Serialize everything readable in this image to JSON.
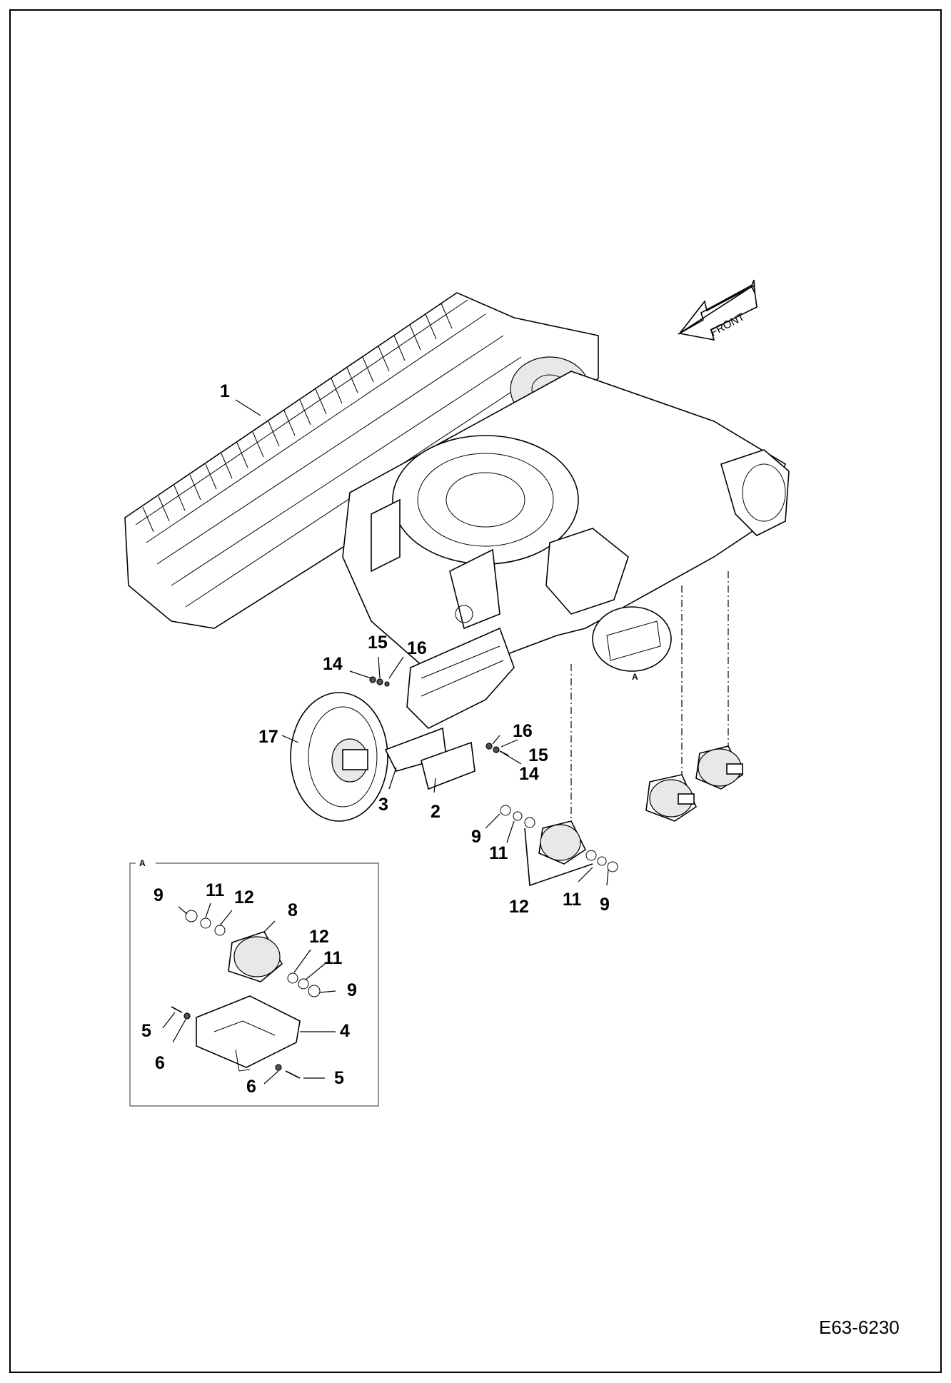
{
  "callouts": {
    "c1": "1",
    "c2": "2",
    "c3": "3",
    "c4": "4",
    "c5a": "5",
    "c5b": "5",
    "c6a": "6",
    "c6b": "6",
    "c8": "8",
    "c9a": "9",
    "c9b": "9",
    "c9c": "9",
    "c9d": "9",
    "c11a": "11",
    "c11b": "11",
    "c11c": "11",
    "c11d": "11",
    "c12a": "12",
    "c12b": "12",
    "c12c": "12",
    "c14a": "14",
    "c14b": "14",
    "c15a": "15",
    "c15b": "15",
    "c16a": "16",
    "c16b": "16",
    "c17": "17"
  },
  "front_label": "FRONT",
  "detail_ref": "A",
  "detail_box_label": "A",
  "document_number": "E63-6230"
}
